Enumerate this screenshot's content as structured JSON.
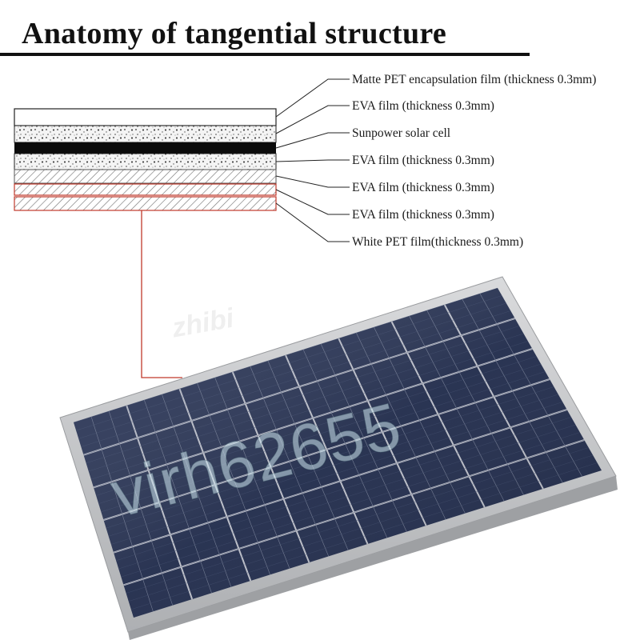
{
  "title": "Anatomy of tangential structure",
  "layers": [
    {
      "label": "Matte PET encapsulation film (thickness 0.3mm)",
      "pattern": "white"
    },
    {
      "label": "EVA film (thickness 0.3mm)",
      "pattern": "speckle"
    },
    {
      "label": "Sunpower solar cell",
      "pattern": "black"
    },
    {
      "label": "EVA film (thickness 0.3mm)",
      "pattern": "speckle"
    },
    {
      "label": "EVA film (thickness 0.3mm)",
      "pattern": "hatch"
    },
    {
      "label": "EVA film (thickness 0.3mm)",
      "pattern": "hatch-red"
    },
    {
      "label": "White PET film(thickness 0.3mm)",
      "pattern": "hatch-red"
    }
  ],
  "watermark": "virh62655",
  "faint_watermark": "zhibi",
  "colors": {
    "panel_cell": "#1f2a4a",
    "frame": "#c8c9cb",
    "leader": "#b3261e",
    "hatch": "#6b6b6b"
  }
}
